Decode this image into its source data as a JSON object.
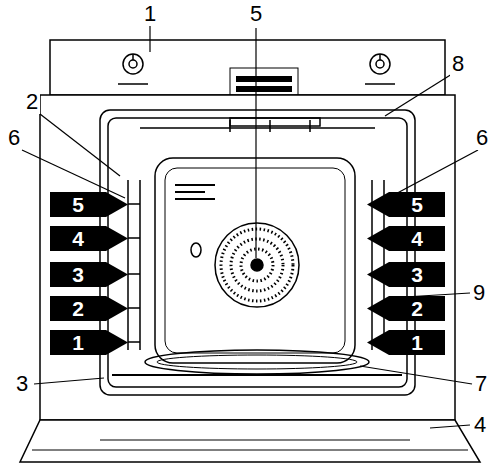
{
  "diagram": {
    "nodes": [
      {
        "text": [
          "5"
        ]
      },
      {
        "text": [
          "5"
        ]
      },
      {
        "text": [
          "4"
        ]
      },
      {
        "text": [
          "4"
        ]
      },
      {
        "text": [
          "3"
        ]
      },
      {
        "text": [
          "3"
        ]
      },
      {
        "text": [
          "2"
        ]
      },
      {
        "text": [
          "2"
        ]
      },
      {
        "text": [
          "1"
        ]
      },
      {
        "text": [
          "1"
        ]
      }
    ],
    "labels": [
      "1",
      "5",
      "8",
      "2",
      "6",
      "6",
      "9",
      "3",
      "7",
      "4"
    ]
  }
}
